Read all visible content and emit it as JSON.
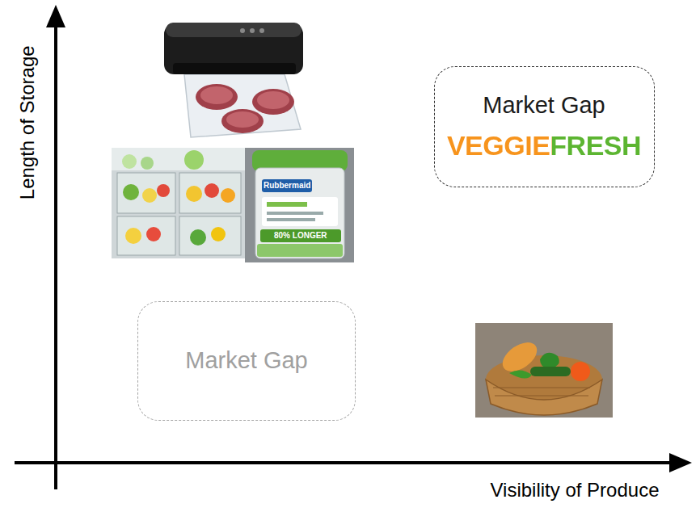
{
  "diagram": {
    "nodes": [
      {
        "text": [
          "Market Gap",
          "VEGGIEFRESH"
        ]
      },
      {
        "text": [
          "Market Gap"
        ]
      }
    ],
    "labels": [
      "Length of Storage",
      "Visibility of Produce",
      "Rubbermaid",
      "80% LONGER"
    ]
  }
}
